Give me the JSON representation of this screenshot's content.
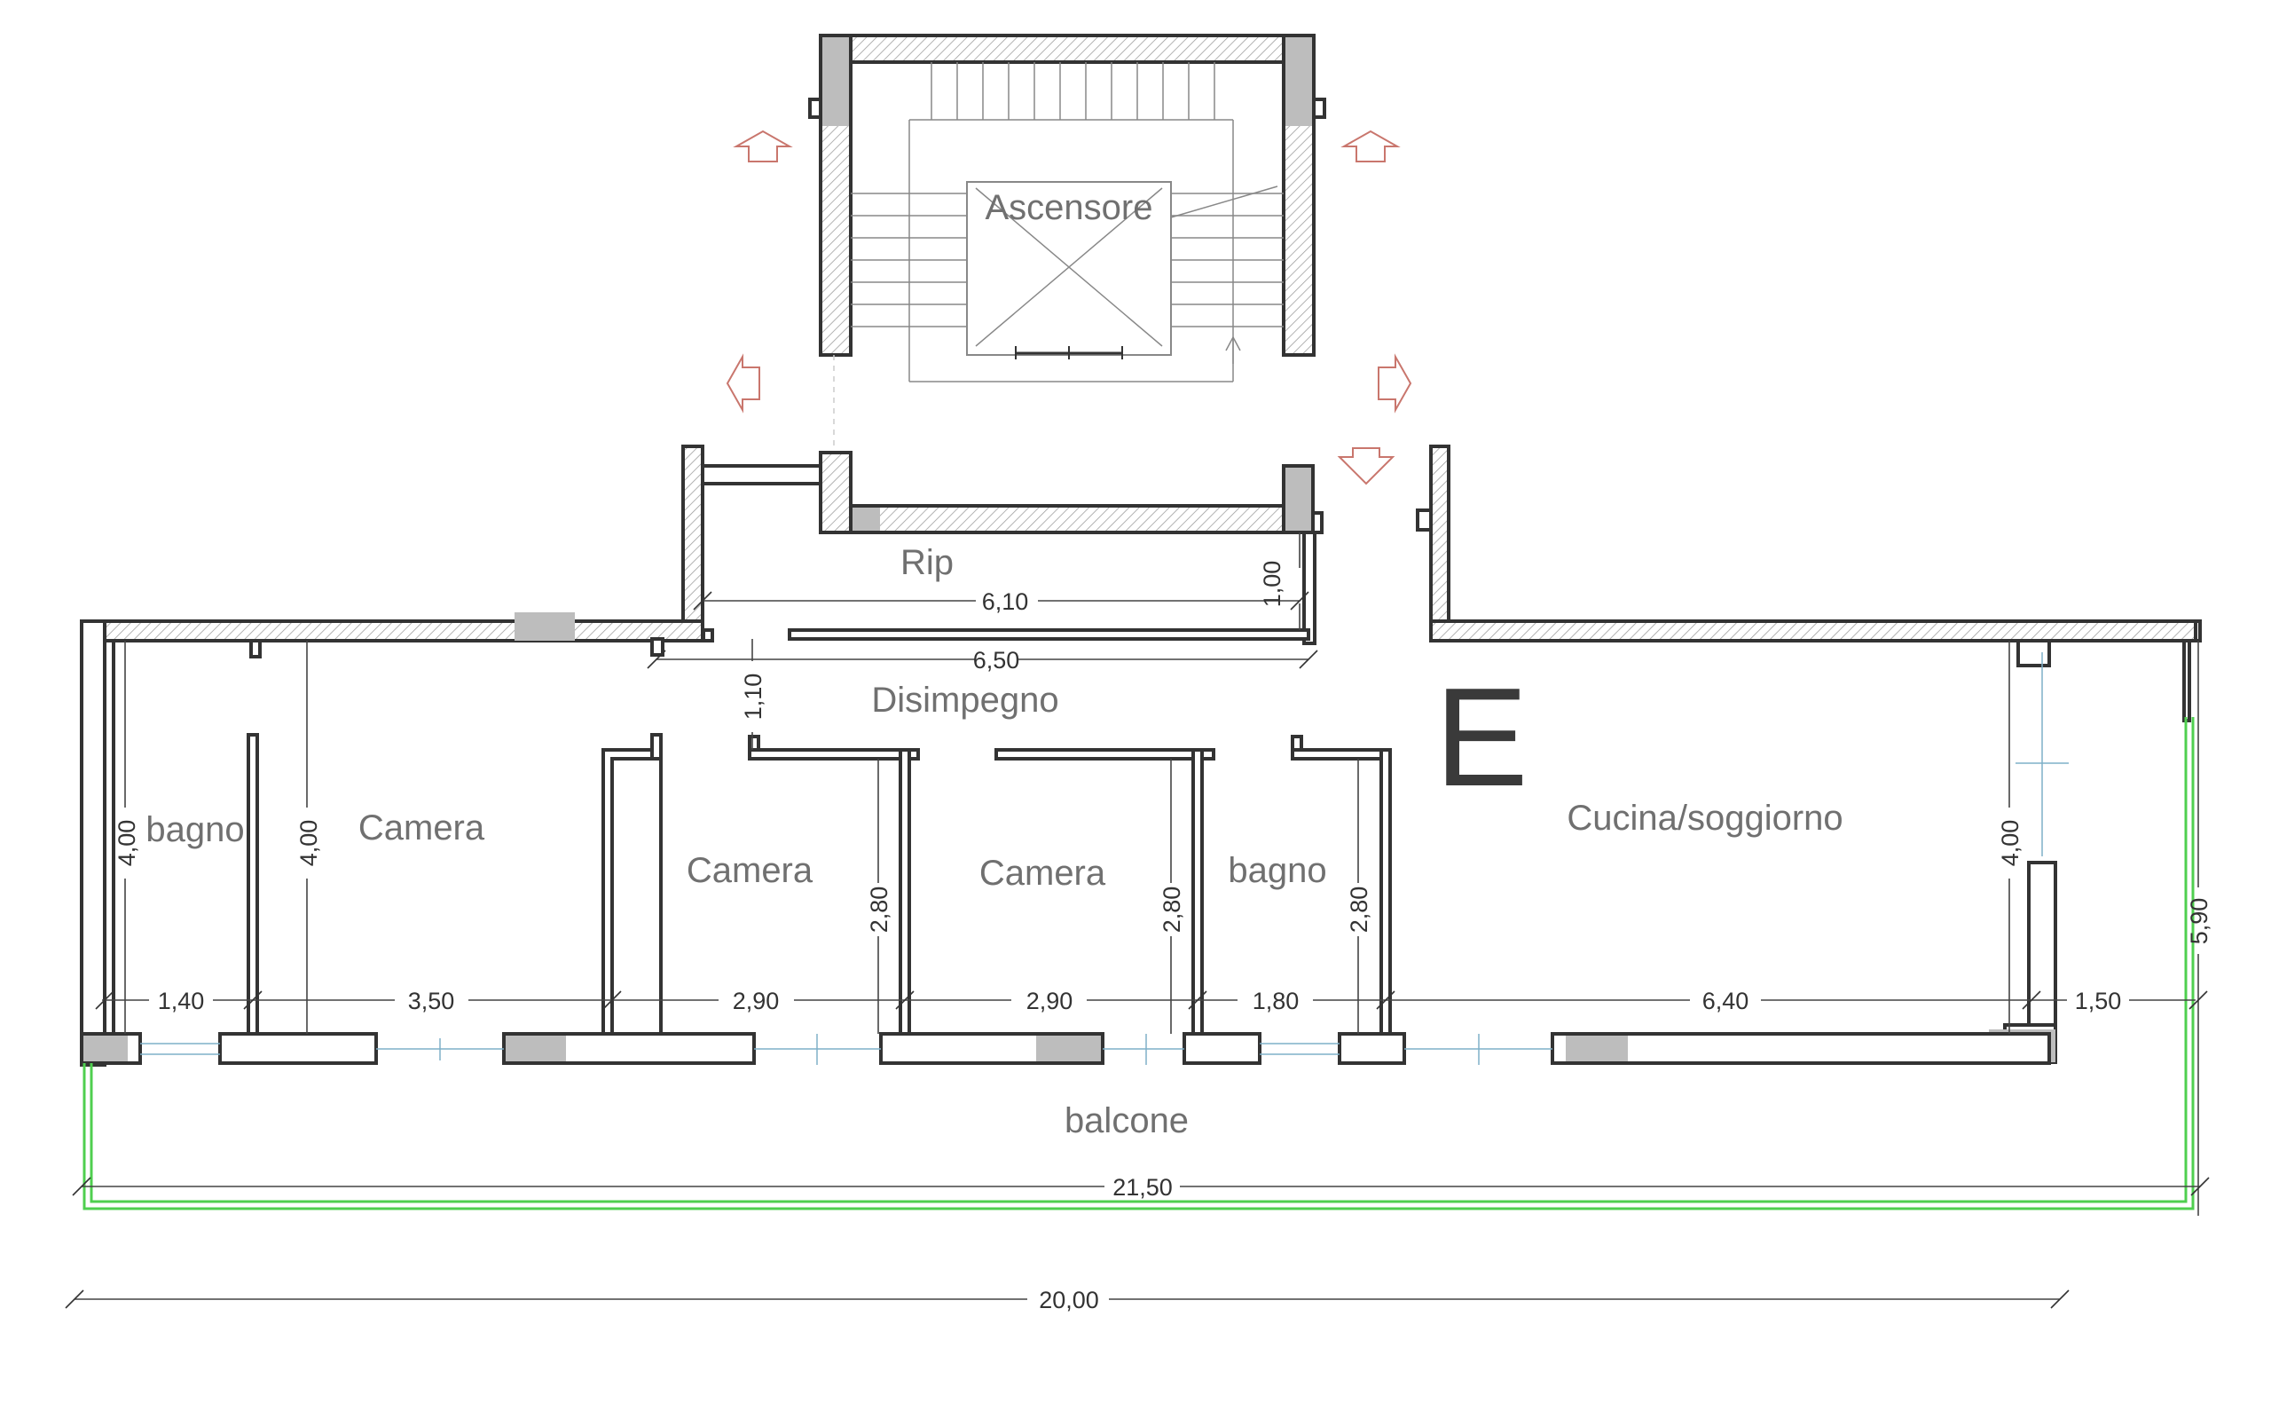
{
  "plan": {
    "unit_label": "E",
    "rooms": {
      "ascensore": "Ascensore",
      "rip": "Rip",
      "disimpegno": "Disimpegno",
      "bagno_left": "bagno",
      "camera_1": "Camera",
      "camera_2": "Camera",
      "camera_3": "Camera",
      "bagno_right": "bagno",
      "cucina": "Cucina/soggiorno",
      "balcone": "balcone"
    },
    "dimensions": {
      "rip_width": "6,10",
      "rip_depth": "1,00",
      "corridor_width": "6,50",
      "corridor_depth": "1,10",
      "bagno_left_depth": "4,00",
      "camera_1_depth": "4,00",
      "camera_2_depth": "2,80",
      "camera_3_depth": "2,80",
      "bagno_right_depth": "2,80",
      "cucina_depth": "4,00",
      "east_side_depth": "5,90",
      "bagno_left_width": "1,40",
      "camera_1_width": "3,50",
      "camera_2_width": "2,90",
      "camera_3_width": "2,90",
      "bagno_right_width": "1,80",
      "cucina_width": "6,40",
      "east_strip_width": "1,50",
      "balcony_total": "21,50",
      "building_total": "20,00"
    },
    "colors": {
      "wall_outline": "#333333",
      "hatch": "#9a9a9a",
      "pillar_fill": "#bdbdbd",
      "room_text": "#707070",
      "balcony_outline": "#4fcf4f",
      "glazing": "#7fb0c8",
      "direction_arrows": "#c9766d"
    }
  }
}
